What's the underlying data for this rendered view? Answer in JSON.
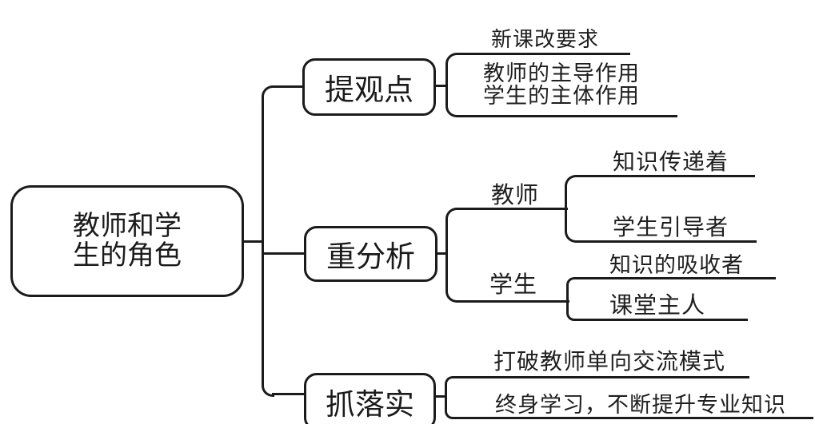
{
  "meta": {
    "bg": "#ffffff",
    "ink": "#1b1b1b"
  },
  "mindmap": {
    "type": "mindmap-diagram",
    "root": {
      "text": "教师和学生的角色",
      "lines": [
        "教师和学",
        "生的角色"
      ]
    },
    "branches": [
      {
        "label": "提观点",
        "children": [
          {
            "label": "新课改要求"
          },
          {
            "label": "教师的主导作用 学生的主体作用",
            "label_lines": [
              "教师的主导作用",
              "学生的主体作用"
            ]
          }
        ]
      },
      {
        "label": "重分析",
        "children": [
          {
            "label": "教师",
            "children": [
              {
                "label": "知识传递着"
              },
              {
                "label": "学生引导者"
              }
            ]
          },
          {
            "label": "学生",
            "children": [
              {
                "label": "知识的吸收者"
              },
              {
                "label": "课堂主人"
              }
            ]
          }
        ]
      },
      {
        "label": "抓落实",
        "children": [
          {
            "label": "打破教师单向交流模式"
          },
          {
            "label": "终身学习，不断提升专业知识"
          }
        ]
      }
    ]
  }
}
